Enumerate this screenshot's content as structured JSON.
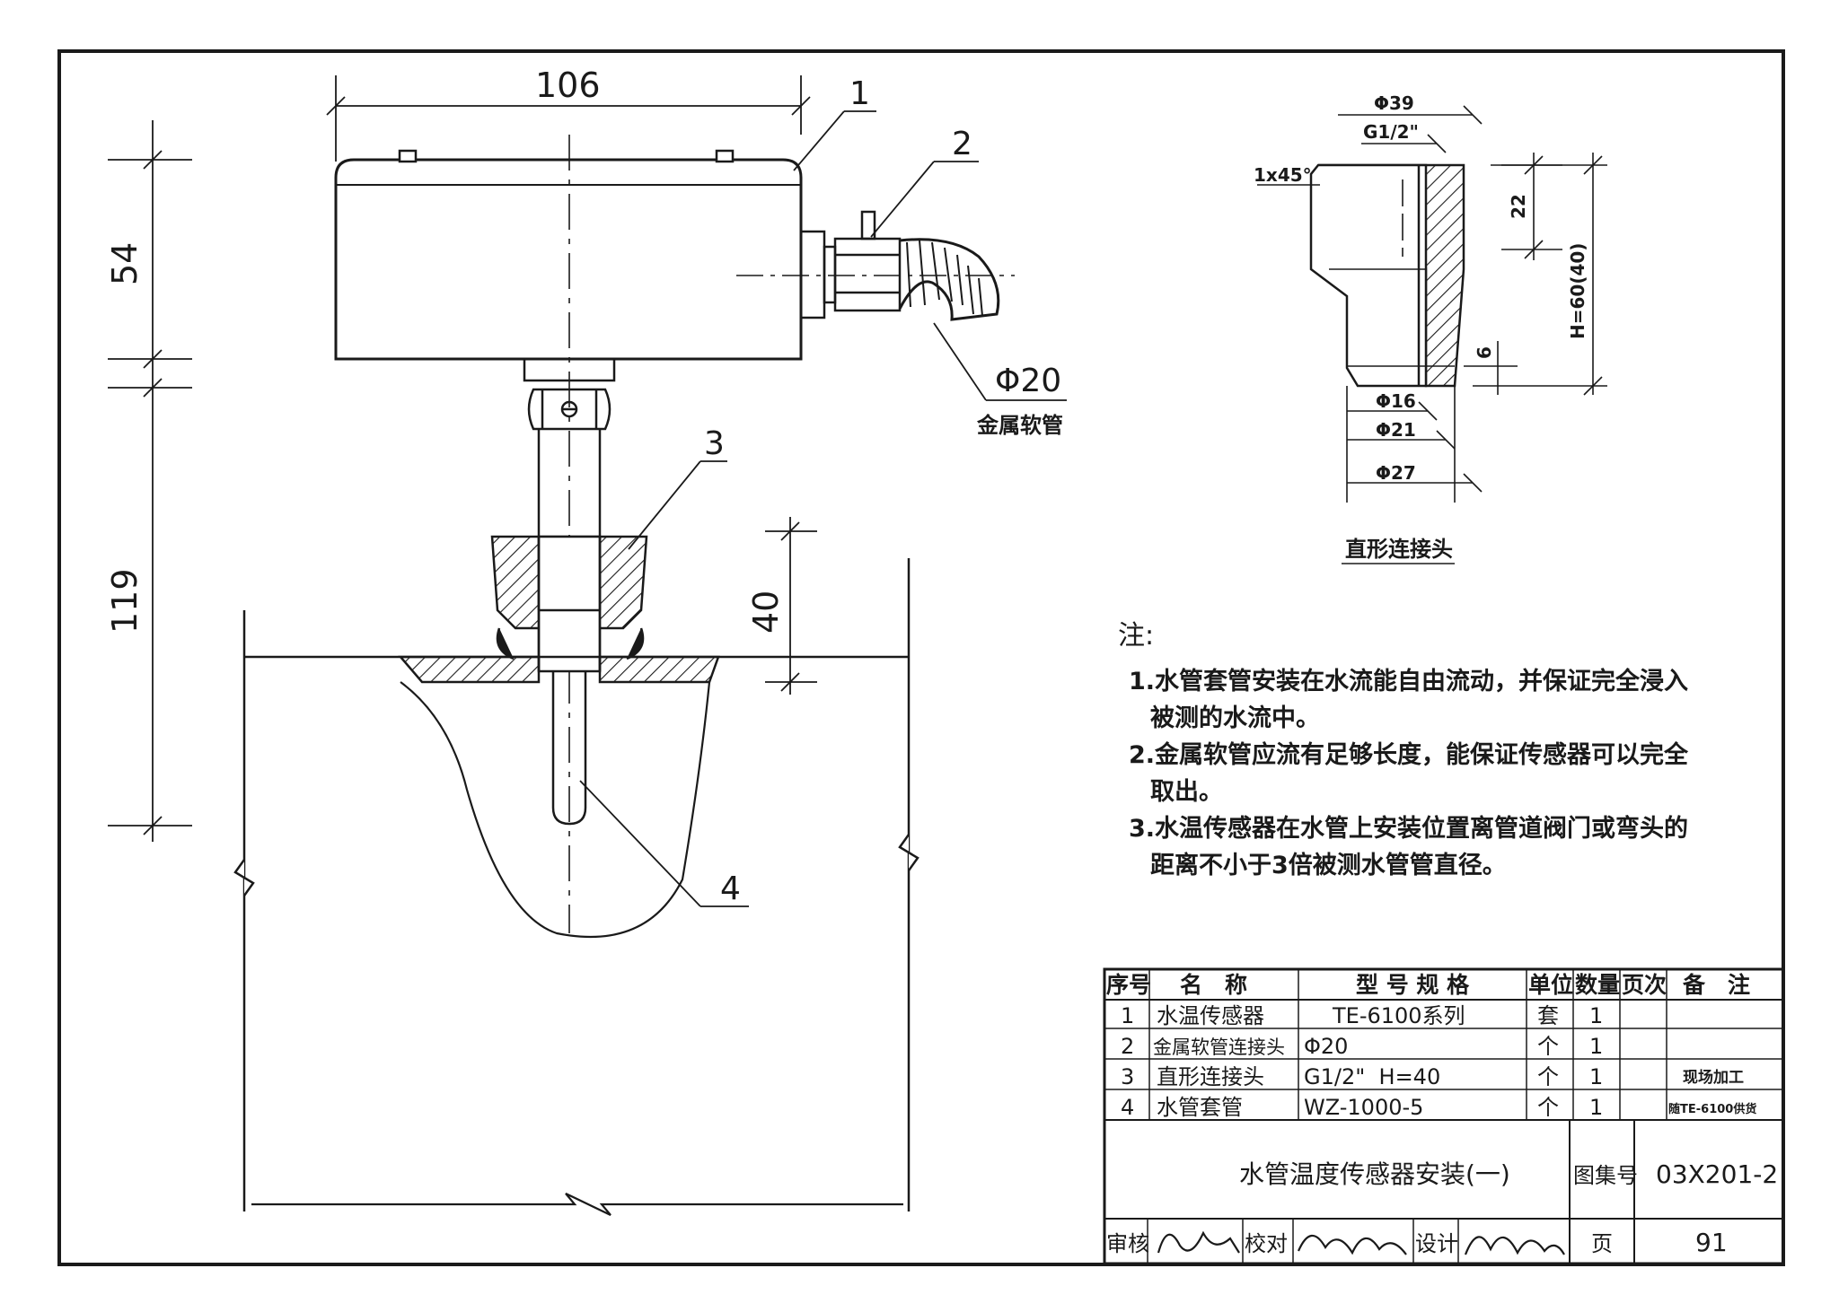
{
  "drawing": {
    "dimensions": {
      "width": "106",
      "upper": "54",
      "lower": "119",
      "insert": "40"
    },
    "callouts": [
      "1",
      "2",
      "3",
      "4"
    ],
    "hose": {
      "size": "Φ20",
      "label": "金属软管"
    },
    "connector": {
      "title": "直形连接头",
      "d39": "Φ39",
      "thread": "G1/2\"",
      "chamfer": "1x45°",
      "h22": "22",
      "height": "H=60(40)",
      "h6": "6",
      "d16": "Φ16",
      "d21": "Φ21",
      "d27": "Φ27"
    }
  },
  "notes": {
    "heading": "注:",
    "items": [
      "1.水管套管安装在水流能自由流动，并保证完全浸入被测的水流中。",
      "2.金属软管应流有足够长度，能保证传感器可以完全取出。",
      "3.水温传感器在水管上安装位置离管道阀门或弯头的距离不小于3倍被测水管管直径。"
    ]
  },
  "table": {
    "headers": [
      "序号",
      "名　称",
      "型 号 规 格",
      "单位",
      "数量",
      "页次",
      "备　注"
    ],
    "rows": [
      [
        "1",
        "水温传感器",
        "TE-6100系列",
        "套",
        "1",
        "",
        ""
      ],
      [
        "2",
        "金属软管连接头",
        "Φ20",
        "个",
        "1",
        "",
        ""
      ],
      [
        "3",
        "直形连接头",
        "G1/2\"  H=40",
        "个",
        "1",
        "",
        "现场加工"
      ],
      [
        "4",
        "水管套管",
        "WZ-1000-5",
        "个",
        "1",
        "",
        "随TE-6100供货"
      ]
    ]
  },
  "titleblock": {
    "title": "水管温度传感器安装(一)",
    "atlas_label": "图集号",
    "atlas_no": "03X201-2",
    "page_label": "页",
    "page_no": "91",
    "review_label": "审核",
    "check_label": "校对",
    "design_label": "设计"
  }
}
